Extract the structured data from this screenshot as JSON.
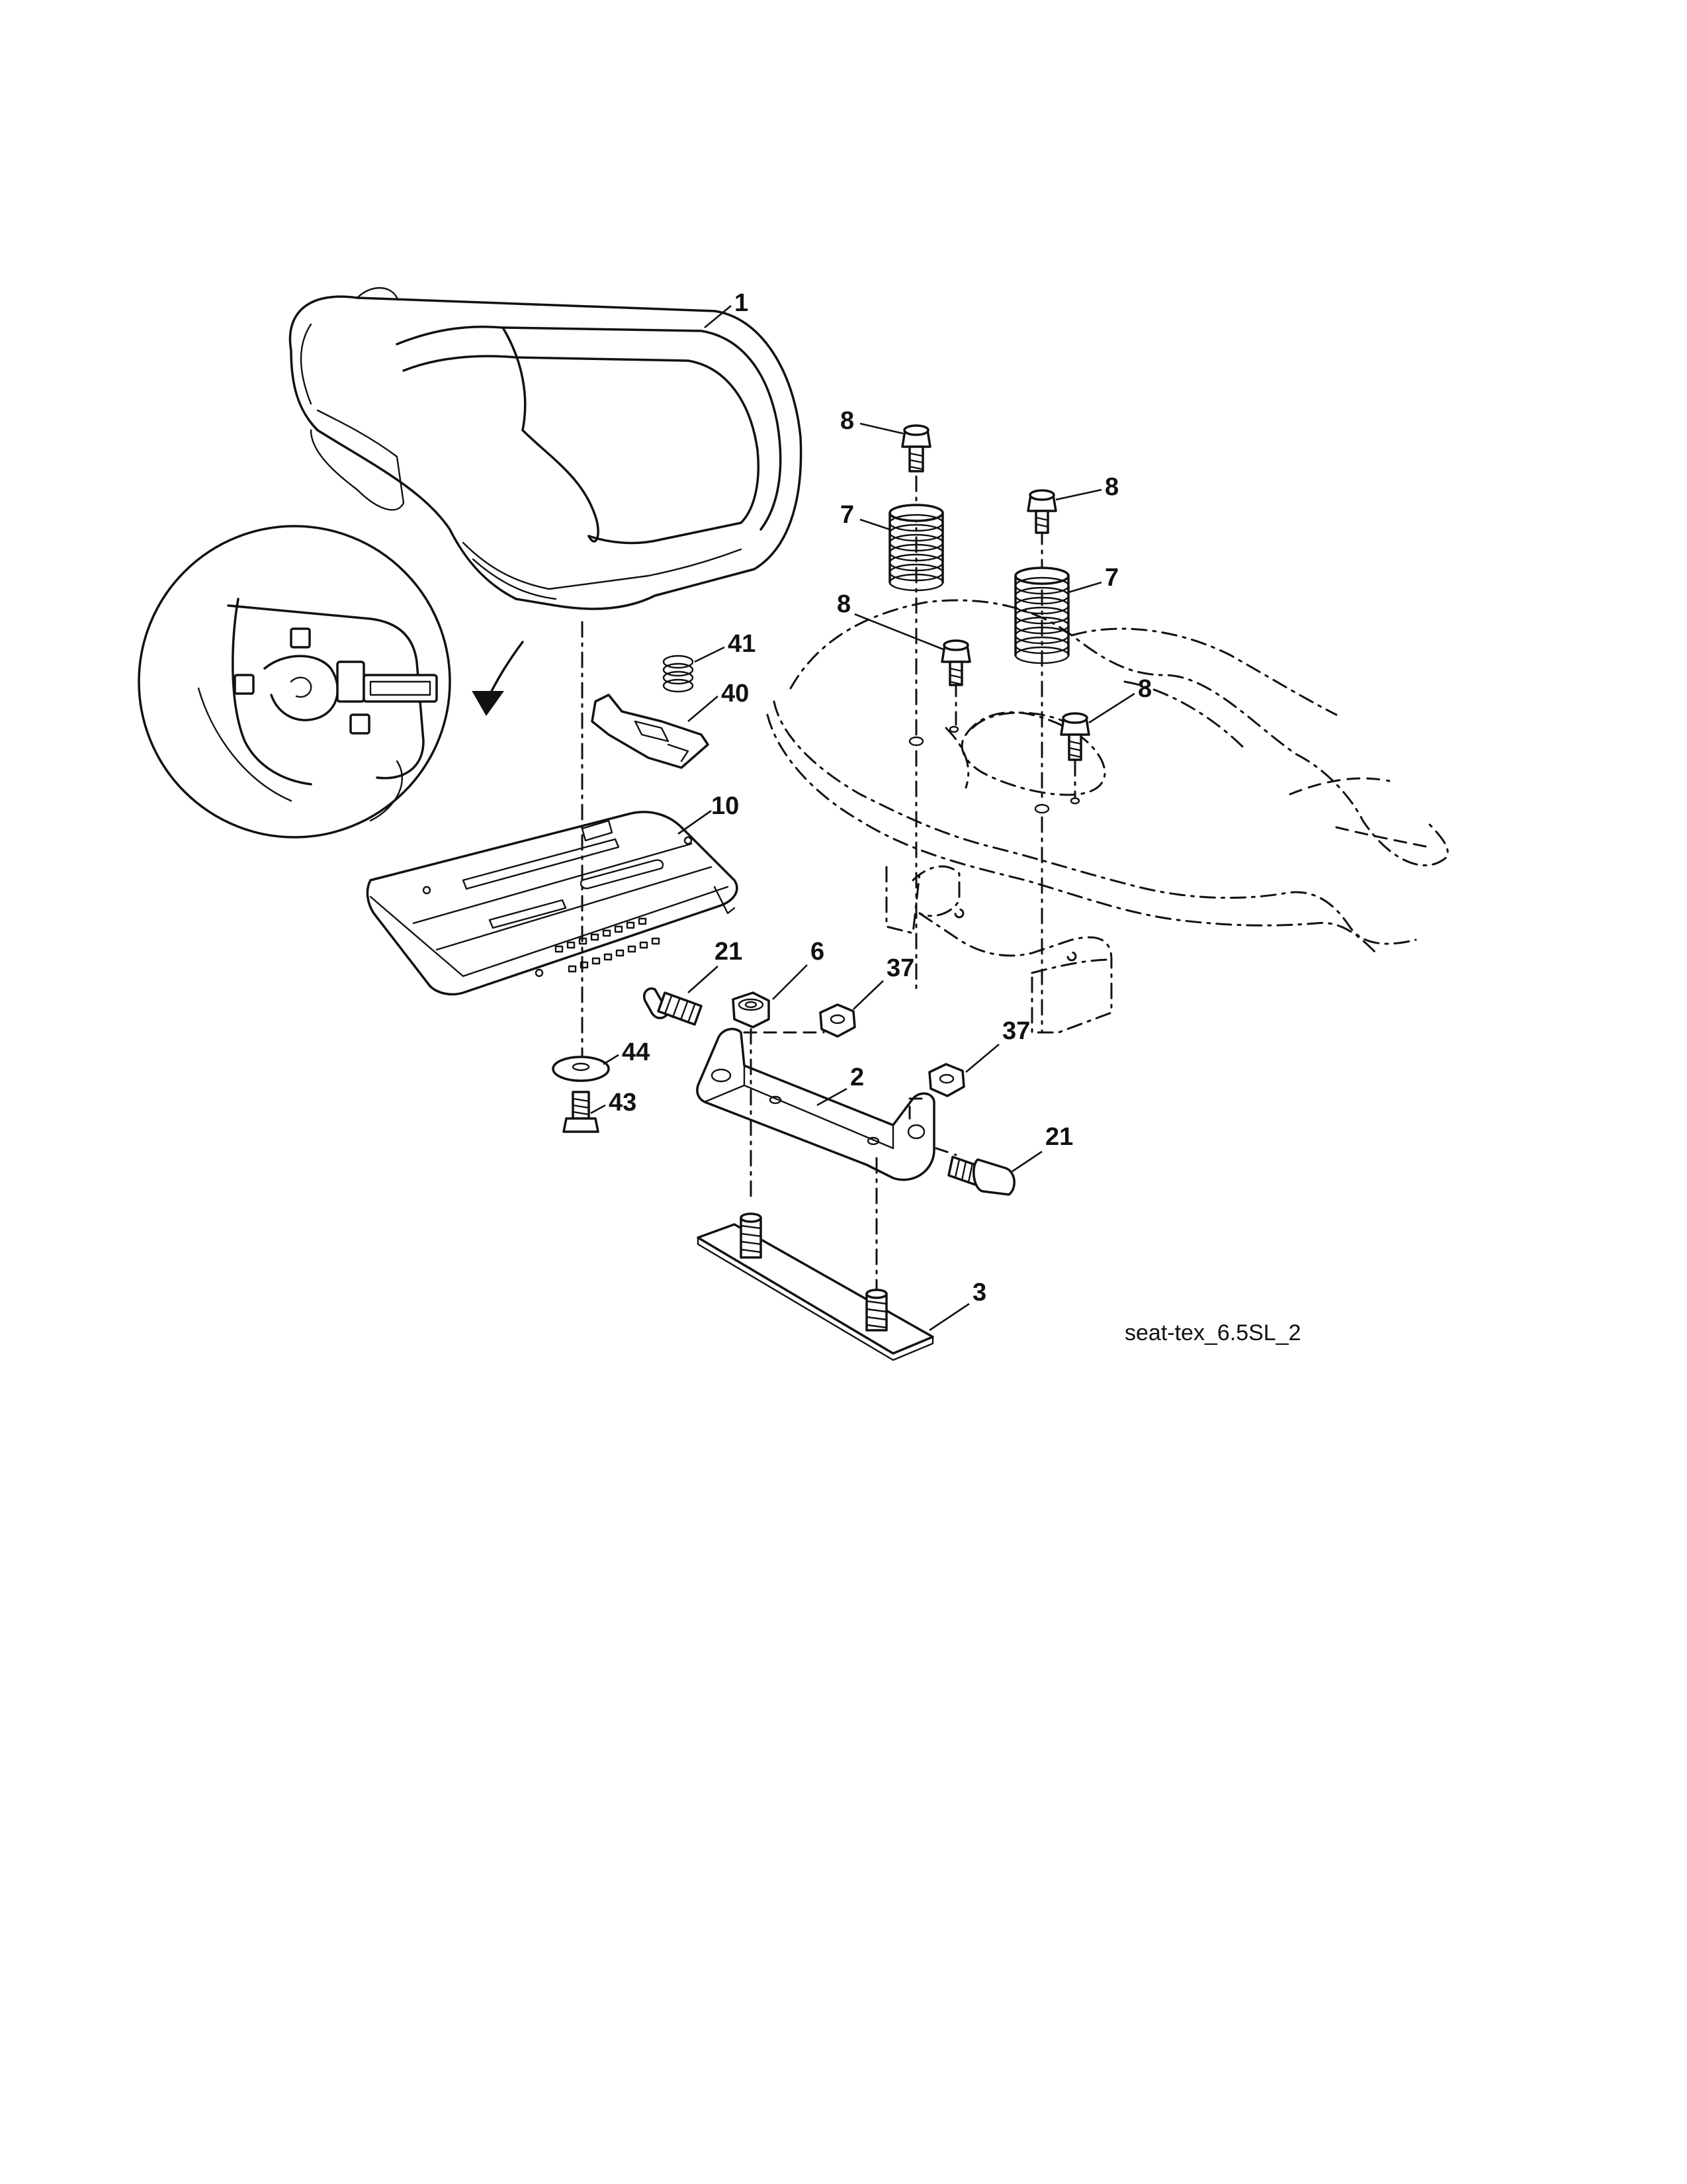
{
  "callouts": {
    "c1": "1",
    "c2": "2",
    "c3": "3",
    "c6": "6",
    "c7a": "7",
    "c7b": "7",
    "c8a": "8",
    "c8b": "8",
    "c8c": "8",
    "c8d": "8",
    "c10": "10",
    "c21a": "21",
    "c21b": "21",
    "c37a": "37",
    "c37b": "37",
    "c40": "40",
    "c41": "41",
    "c43": "43",
    "c44": "44"
  },
  "figure_id": "seat-tex_6.5SL_2"
}
